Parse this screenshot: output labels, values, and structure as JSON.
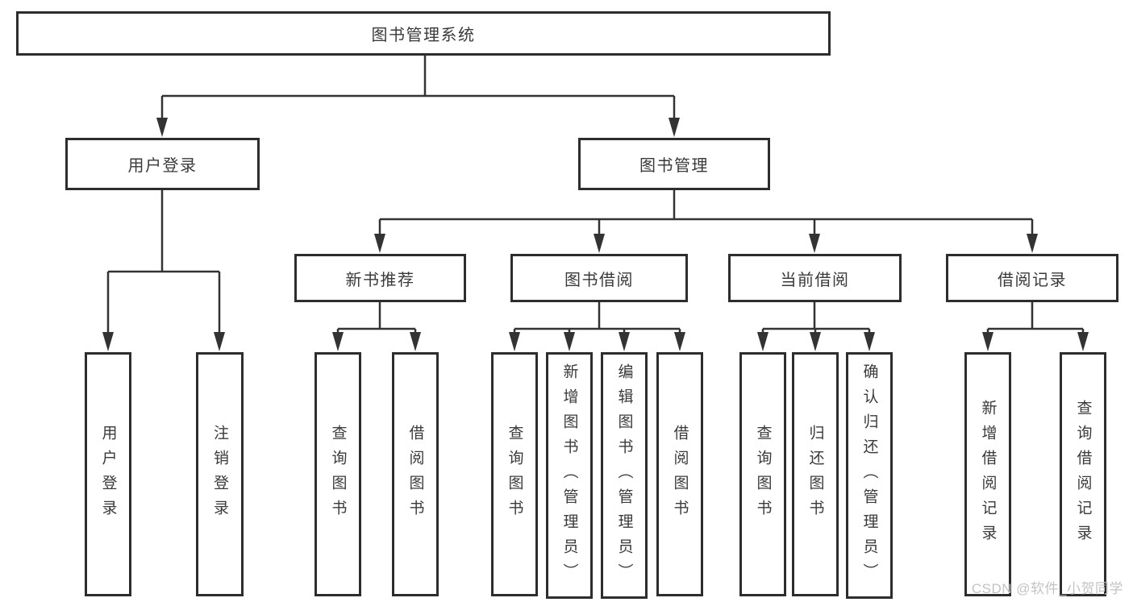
{
  "watermark": "CSDN @软件_小贺同学",
  "colors": {
    "line": "#333333",
    "box_border": "#2d2d2d",
    "box_background": "#ffffff",
    "text": "#3a3a3a",
    "watermark": "#c3c3c3"
  },
  "tree": {
    "root": {
      "label": "图书管理系统"
    },
    "children": [
      {
        "label": "用户登录",
        "children": [
          {
            "label": "用户登录"
          },
          {
            "label": "注销登录"
          }
        ]
      },
      {
        "label": "图书管理",
        "children": [
          {
            "label": "新书推荐",
            "children": [
              {
                "label": "查询图书"
              },
              {
                "label": "借阅图书"
              }
            ]
          },
          {
            "label": "图书借阅",
            "children": [
              {
                "label": "查询图书"
              },
              {
                "label": "新增图书（管理员）"
              },
              {
                "label": "编辑图书（管理员）"
              },
              {
                "label": "借阅图书"
              }
            ]
          },
          {
            "label": "当前借阅",
            "children": [
              {
                "label": "查询图书"
              },
              {
                "label": "归还图书"
              },
              {
                "label": "确认归还（管理员）"
              }
            ]
          },
          {
            "label": "借阅记录",
            "children": [
              {
                "label": "新增借阅记录"
              },
              {
                "label": "查询借阅记录"
              }
            ]
          }
        ]
      }
    ]
  }
}
